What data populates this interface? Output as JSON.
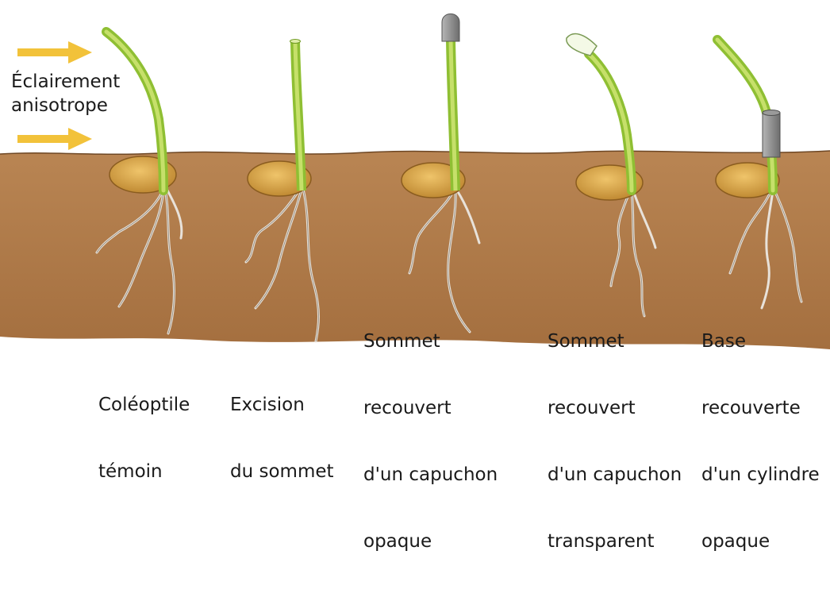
{
  "light": {
    "label_line1": "Éclairement",
    "label_line2": "anisotrope",
    "arrow_color": "#f2c23a"
  },
  "colors": {
    "soil": "#b07a47",
    "soil_light": "#c99563",
    "seed": "#d9a64a",
    "stem": "#9acb3e",
    "root": "#e8e2da",
    "cap_opaque": "#8a8a8a",
    "cap_transparent": "#eef7d8"
  },
  "plants": [
    {
      "label_line1": "Coléoptile",
      "label_line2": "témoin",
      "label_line3": "",
      "label_line4": ""
    },
    {
      "label_line1": "Excision",
      "label_line2": "du sommet",
      "label_line3": "",
      "label_line4": ""
    },
    {
      "label_line1": "Sommet",
      "label_line2": "recouvert",
      "label_line3": "d'un capuchon",
      "label_line4": "opaque"
    },
    {
      "label_line1": "Sommet",
      "label_line2": "recouvert",
      "label_line3": "d'un capuchon",
      "label_line4": "transparent"
    },
    {
      "label_line1": "Base",
      "label_line2": "recouverte",
      "label_line3": "d'un cylindre",
      "label_line4": "opaque"
    }
  ]
}
